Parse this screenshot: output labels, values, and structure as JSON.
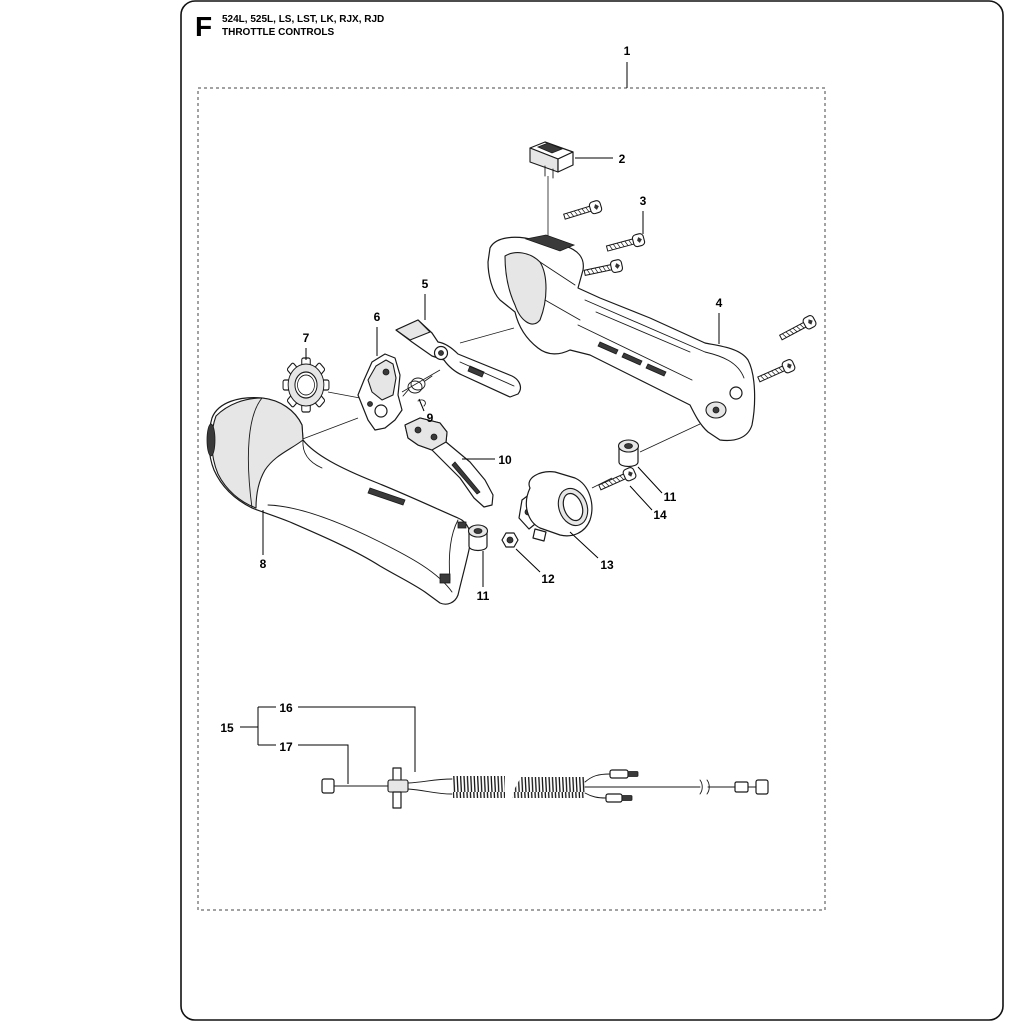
{
  "header": {
    "letter": "F",
    "models": "524L, 525L, LS, LST, LK, RJX, RJD",
    "title": "THROTTLE CONTROLS"
  },
  "callouts": [
    "1",
    "2",
    "3",
    "4",
    "5",
    "6",
    "7",
    "8",
    "9",
    "10",
    "11",
    "14",
    "11",
    "12",
    "13",
    "15",
    "16",
    "17"
  ]
}
